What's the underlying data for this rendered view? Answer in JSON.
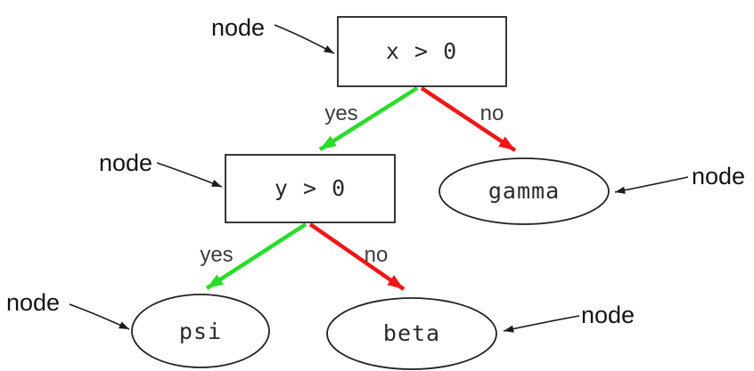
{
  "diagram": {
    "kind": "decision-tree",
    "nodes": [
      {
        "id": "root",
        "shape": "rect",
        "label": "x > 0"
      },
      {
        "id": "internal",
        "shape": "rect",
        "label": "y > 0"
      },
      {
        "id": "gamma",
        "shape": "ellipse",
        "label": "gamma"
      },
      {
        "id": "psi",
        "shape": "ellipse",
        "label": "psi"
      },
      {
        "id": "beta",
        "shape": "ellipse",
        "label": "beta"
      }
    ],
    "edges": [
      {
        "from": "root",
        "to": "internal",
        "label": "yes",
        "color": "#29dd29"
      },
      {
        "from": "root",
        "to": "gamma",
        "label": "no",
        "color": "#ef1616"
      },
      {
        "from": "internal",
        "to": "psi",
        "label": "yes",
        "color": "#29dd29"
      },
      {
        "from": "internal",
        "to": "beta",
        "label": "no",
        "color": "#ef1616"
      }
    ],
    "annotations": [
      {
        "text": "node",
        "target": "root"
      },
      {
        "text": "node",
        "target": "internal"
      },
      {
        "text": "node",
        "target": "gamma"
      },
      {
        "text": "node",
        "target": "psi"
      },
      {
        "text": "node",
        "target": "beta"
      }
    ],
    "colors": {
      "yes_edge": "#29dd29",
      "no_edge": "#ef1616",
      "outline": "#222222",
      "annotation": "#1c1c1c"
    }
  }
}
